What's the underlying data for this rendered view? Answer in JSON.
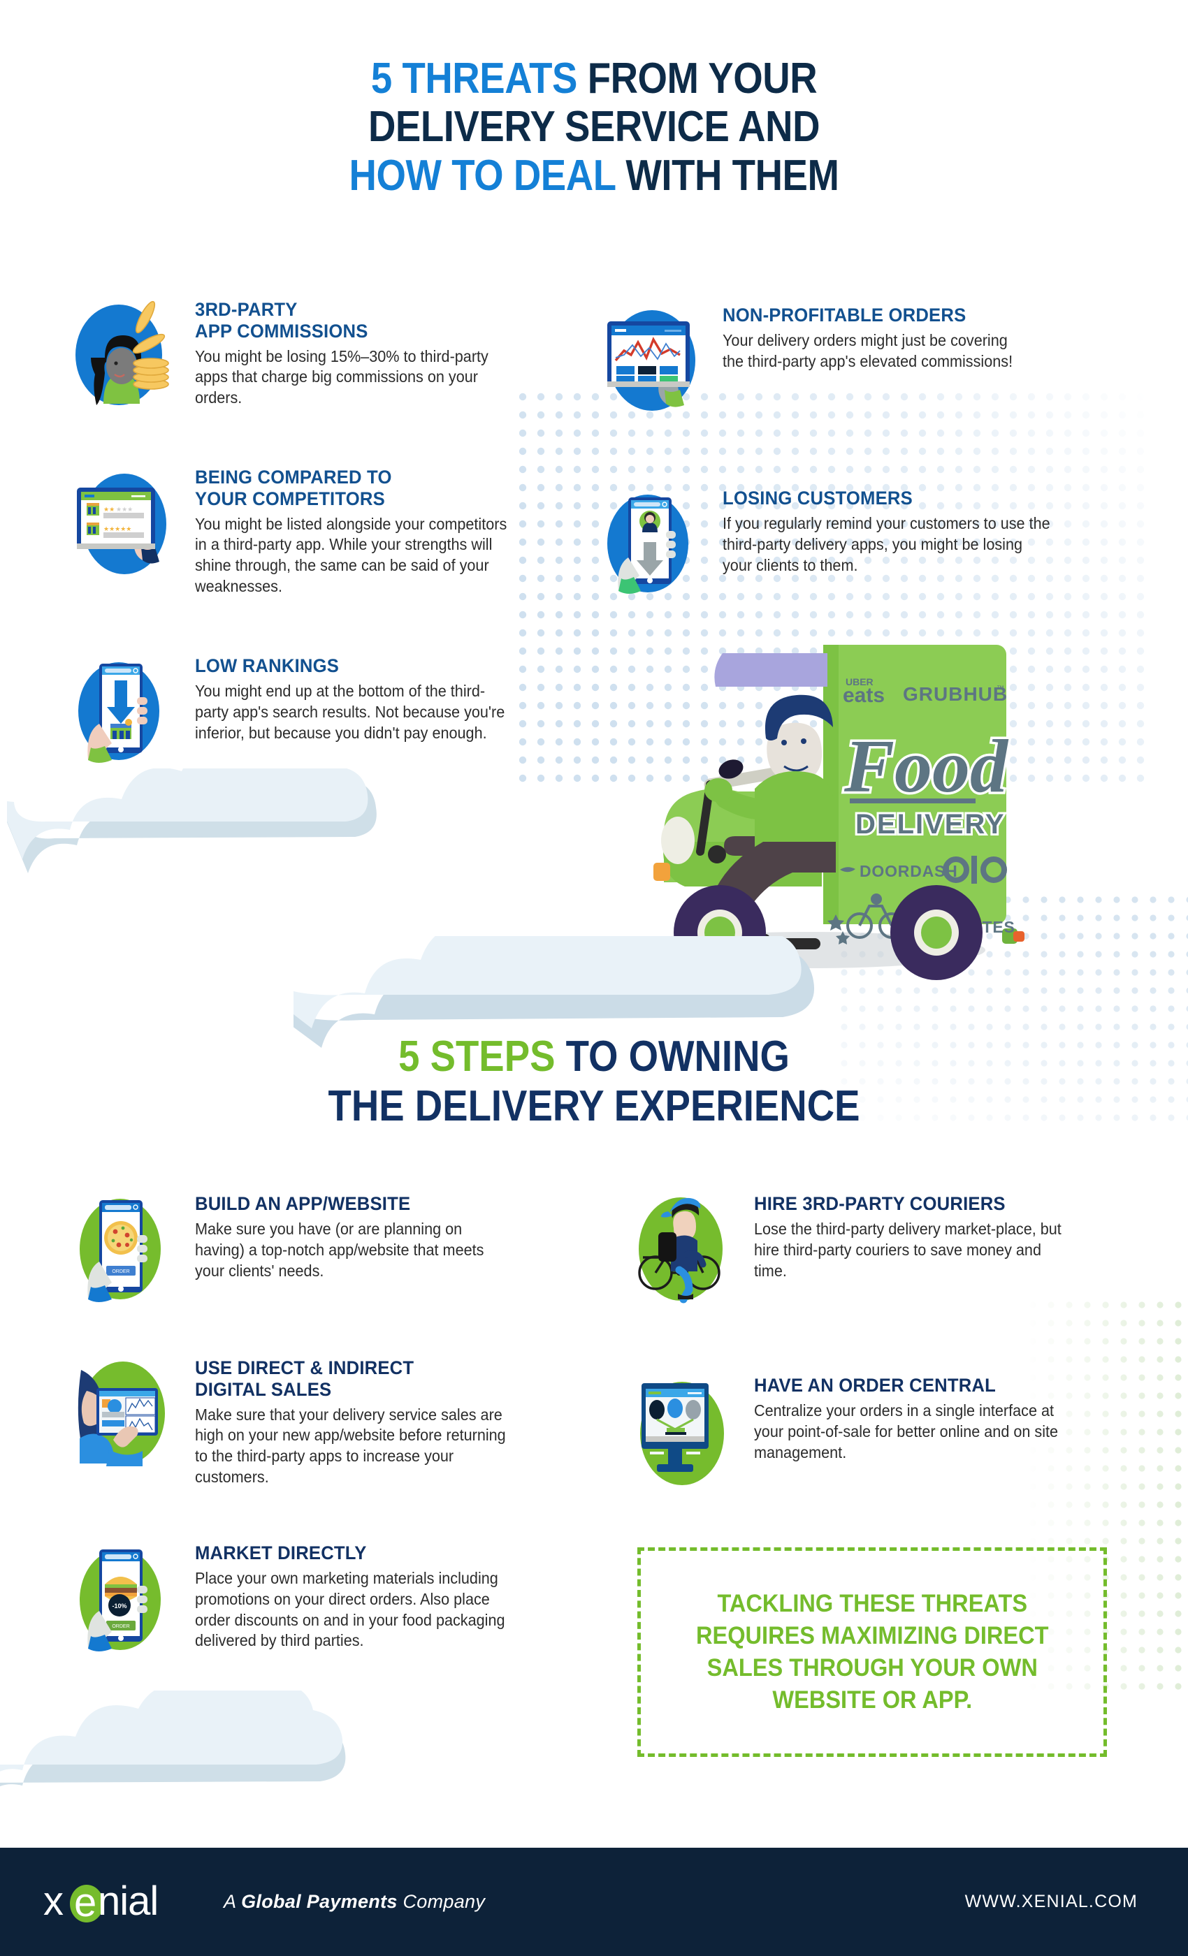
{
  "header": {
    "line1_accent": "5 THREATS",
    "line1_rest": " FROM YOUR",
    "line2": "DELIVERY SERVICE AND",
    "line3_accent": "HOW TO DEAL",
    "line3_rest": " WITH THEM"
  },
  "threats": [
    {
      "title_line1": "3RD-PARTY",
      "title_line2": "APP COMMISSIONS",
      "body": "You might be losing 15%–30% to third-party apps that charge big commissions on your orders.",
      "icon": "woman-with-coins-icon"
    },
    {
      "title_line1": "NON-PROFITABLE ORDERS",
      "title_line2": "",
      "body": "Your delivery orders might just be covering the third-party app's elevated commissions!",
      "icon": "tablet-analytics-icon"
    },
    {
      "title_line1": "BEING COMPARED TO",
      "title_line2": "YOUR COMPETITORS",
      "body": "You might be listed alongside your competitors in a third-party app. While your strengths will shine through, the same can be said of your weaknesses.",
      "icon": "tablet-reviews-icon"
    },
    {
      "title_line1": "LOSING CUSTOMERS",
      "title_line2": "",
      "body": "If you regularly remind your customers to use the third-party delivery apps, you might be losing your clients to them.",
      "icon": "phone-customer-leaving-icon"
    },
    {
      "title_line1": "LOW RANKINGS",
      "title_line2": "",
      "body": "You might end up at the bottom of the third-party app's search results. Not because you're inferior, but because you didn't pay enough.",
      "icon": "phone-down-arrow-icon"
    }
  ],
  "scooter": {
    "brand_top_left_small": "UBER",
    "brand_top_left": "eats",
    "brand_top_right": "GRUBHUB",
    "brand_tm": "™",
    "headline_script": "Food",
    "headline_sub": "DELIVERY",
    "brand_mid_left": "DOORDASH",
    "brand_mid_right": "olo",
    "brand_bottom": "POSTMATES"
  },
  "header2": {
    "line1_accent": "5 STEPS",
    "line1_rest": " TO OWNING",
    "line2": "THE DELIVERY EXPERIENCE"
  },
  "steps": [
    {
      "title_line1": "BUILD AN APP/WEBSITE",
      "title_line2": "",
      "body": "Make sure you have (or are planning on having) a top-notch app/website that meets your clients' needs.",
      "icon": "phone-pizza-order-icon",
      "button_label": "ORDER"
    },
    {
      "title_line1": "HIRE 3RD-PARTY COURIERS",
      "title_line2": "",
      "body": "Lose the third-party delivery market-place, but hire third-party couriers to save money and time.",
      "icon": "bicycle-courier-icon"
    },
    {
      "title_line1": "USE DIRECT & INDIRECT",
      "title_line2": "DIGITAL SALES",
      "body": "Make sure that your delivery service sales are high on your new app/website before returning to the third-party apps to increase your customers.",
      "icon": "tablet-charts-hands-icon"
    },
    {
      "title_line1": "HAVE AN ORDER CENTRAL",
      "title_line2": "",
      "body": "Centralize your orders in a single interface at your point-of-sale for better online and on site management.",
      "icon": "desktop-order-central-icon"
    },
    {
      "title_line1": "MARKET DIRECTLY",
      "title_line2": "",
      "body": "Place your own marketing materials including promotions on your direct orders. Also place order discounts on and in your food packaging delivered by third parties.",
      "icon": "phone-burger-discount-icon",
      "badge_label": "-10%",
      "button_label": "ORDER"
    }
  ],
  "callout": {
    "line1": "TACKLING THESE THREATS",
    "line2": "REQUIRES MAXIMIZING DIRECT",
    "line3": "SALES THROUGH YOUR OWN",
    "line4": "WEBSITE OR APP."
  },
  "footer": {
    "logo_text": "xenial",
    "tagline_prefix": "A ",
    "tagline_bold": "Global Payments",
    "tagline_suffix": " Company",
    "url": "WWW.XENIAL.COM"
  },
  "colors": {
    "navy": "#123163",
    "dark_navy": "#0d2239",
    "blue_accent": "#1480d6",
    "heading_blue": "#12508f",
    "green": "#74bc2c",
    "icon_blue": "#1479d0",
    "icon_green": "#76bc2d",
    "cloud_light": "#e6eff5",
    "cloud_dark": "#cfdfe8"
  }
}
